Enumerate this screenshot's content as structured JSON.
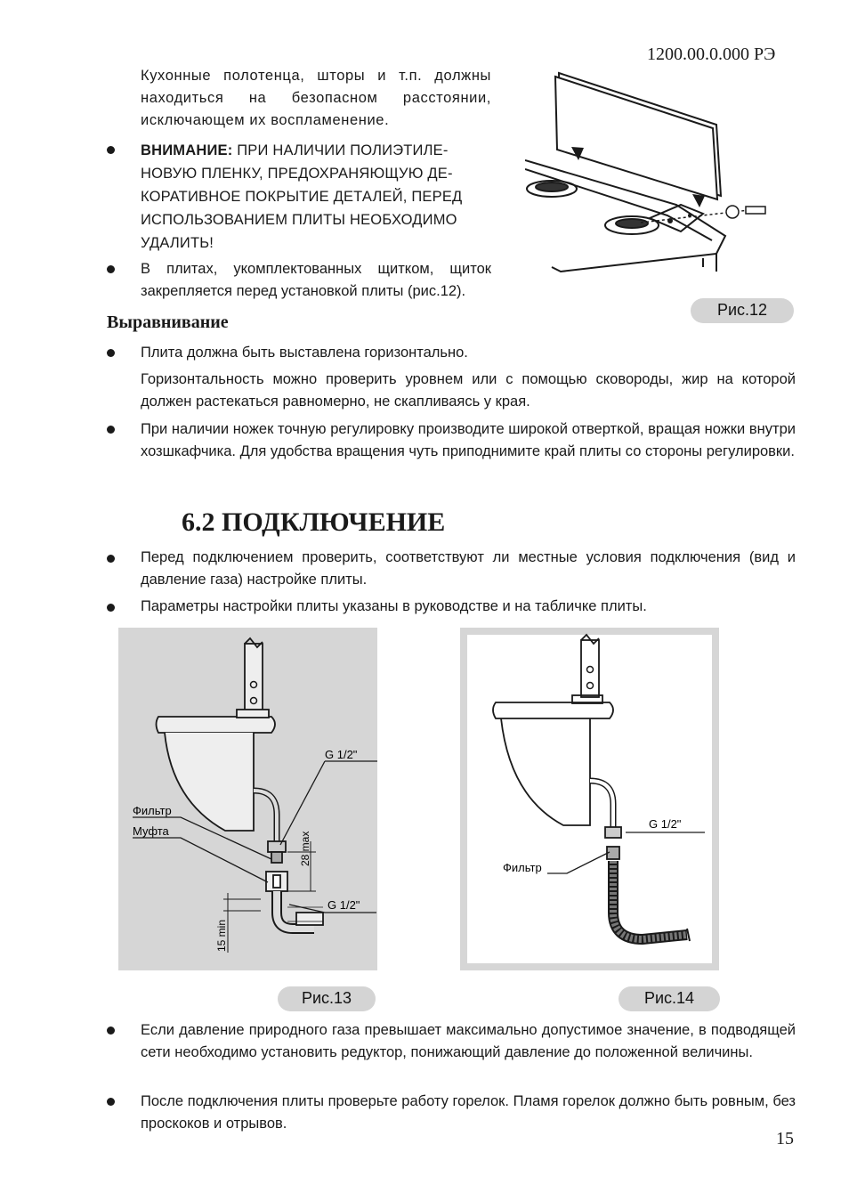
{
  "header": {
    "doc_code": "1200.00.0.000 РЭ",
    "page_number": "15"
  },
  "top_left": {
    "para1": "Кухонные полотенца, шторы и т.п. должны находиться на безопасном расстоянии, исключающем их воспламенение.",
    "warn_lead": "ВНИМАНИЕ:",
    "warn_line1": " ПРИ НАЛИЧИИ ПОЛИЭТИЛЕ-",
    "warn_line2": "НОВУЮ ПЛЕНКУ, ПРЕДОХРАНЯЮЩУЮ ДЕ-",
    "warn_line3": "КОРАТИВНОЕ ПОКРЫТИЕ ДЕТАЛЕЙ, ПЕРЕД",
    "warn_line4": "ИСПОЛЬЗОВАНИЕМ ПЛИТЫ НЕОБХОДИМО",
    "warn_line5": "УДАЛИТЬ!",
    "para3": "В плитах, укомплектованных щитком, щиток закрепляется перед установкой плиты (рис.12)."
  },
  "fig12": {
    "caption": "Рис.12"
  },
  "leveling": {
    "heading": "Выравнивание",
    "b1": "Плита должна быть выставлена горизонтально.",
    "b1_cont": "Горизонтальность можно проверить уровнем или с помощью сковороды, жир на которой должен растекаться равномерно, не скапливаясь у края.",
    "b2": "При наличии ножек точную регулировку производите широкой отверткой, вращая ножки внутри хозшкафчика. Для удобства вращения чуть приподнимите край плиты со стороны регулировки."
  },
  "section": {
    "title": "6.2 ПОДКЛЮЧЕНИЕ",
    "b1": "Перед подключением проверить, соответствуют ли местные условия подключения (вид и давление газа) настройке плиты.",
    "b2": "Параметры настройки плиты указаны в руководстве и на табличке плиты."
  },
  "fig13": {
    "caption": "Рис.13",
    "label_g_top": "G 1/2\"",
    "label_filter": "Фильтр",
    "label_coupling": "Муфта",
    "label_28max": "28 max",
    "label_g_bottom": "G 1/2\"",
    "label_15min": "15 min"
  },
  "fig14": {
    "caption": "Рис.14",
    "label_g": "G 1/2\"",
    "label_filter": "Фильтр"
  },
  "bottom": {
    "b1": "Если давление природного газа превышает максимально допустимое значение, в подводящей сети необходимо установить редуктор, понижающий давление до положенной величины.",
    "b2": "После подключения плиты проверьте работу горелок. Пламя горелок должно быть ровным, без проскоков и отрывов."
  }
}
